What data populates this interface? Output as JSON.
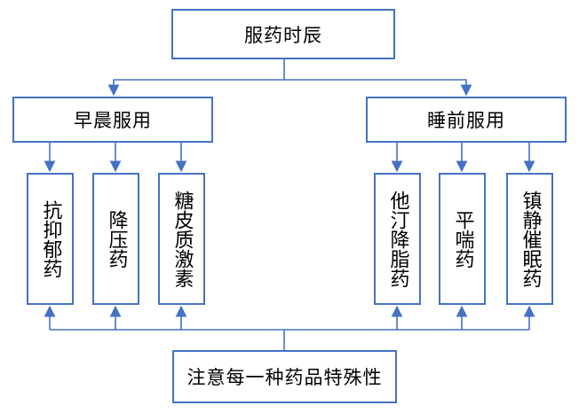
{
  "diagram": {
    "root": "服药时辰",
    "groups": [
      {
        "label": "早晨服用",
        "items": [
          "抗抑郁药",
          "降压药",
          "糖皮质激素"
        ]
      },
      {
        "label": "睡前服用",
        "items": [
          "他汀降脂药",
          "平喘药",
          "镇静催眠药"
        ]
      }
    ],
    "footer": "注意每一种药品特殊性"
  },
  "colors": {
    "line": "#4472c4",
    "box_border": "#4472c4",
    "text": "#000000"
  }
}
